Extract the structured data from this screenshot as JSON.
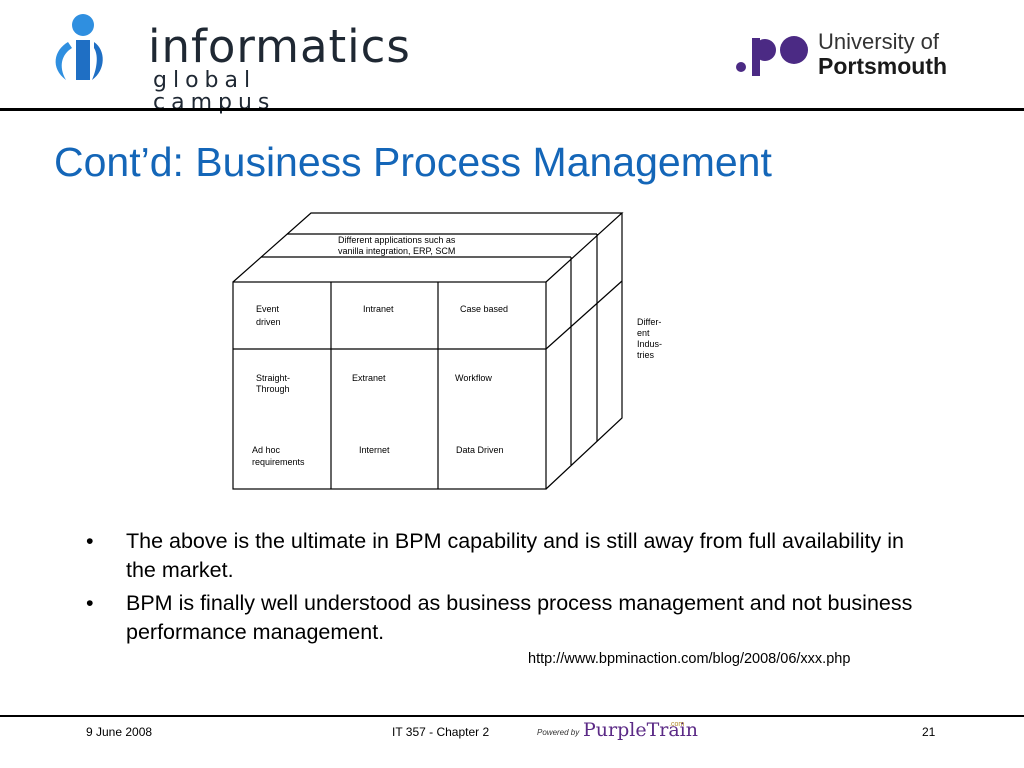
{
  "header": {
    "informatics_logo": {
      "line1": "informatics",
      "line2": "global campus"
    },
    "portsmouth_logo": {
      "line1": "University of",
      "line2": "Portsmouth"
    }
  },
  "slide": {
    "title": "Cont’d: Business Process Management"
  },
  "diagram": {
    "top_face_label": [
      "Different applications such as",
      "vanilla  integration, ERP, SCM"
    ],
    "side_label": [
      "Differ-",
      "ent",
      "Indus-",
      "tries"
    ],
    "front_cells": [
      [
        "Event",
        "driven"
      ],
      [
        "Intranet"
      ],
      [
        "Case based"
      ],
      [
        "Straight-",
        "Through"
      ],
      [
        "Extranet"
      ],
      [
        "Workflow"
      ],
      [
        "Ad hoc",
        "requirements"
      ],
      [
        "Internet"
      ],
      [
        "Data Driven"
      ]
    ]
  },
  "bullets": [
    {
      "mark": "•",
      "text": "The above is the ultimate in BPM capability and is still away from full availability in the market."
    },
    {
      "mark": "•",
      "text": "BPM is finally well understood as business process management and not business performance management."
    }
  ],
  "source_url": "http://www.bpminaction.com/blog/2008/06/xxx.php",
  "footer": {
    "date": "9 June 2008",
    "course": "IT 357 - Chapter 2",
    "page_number": "21",
    "powered_by": "Powered by",
    "purpletrain": "PurpleTrain",
    "purpletrain_com": ".com"
  },
  "colors": {
    "title": "#1466b8",
    "informatics_blue": "#1f6fc4",
    "portsmouth_purple": "#4b2a84",
    "purpletrain": "#5b2a86"
  },
  "icons": [
    "informatics-i-logo-icon",
    "portsmouth-dots-logo-icon",
    "purpletrain-logo-icon"
  ]
}
